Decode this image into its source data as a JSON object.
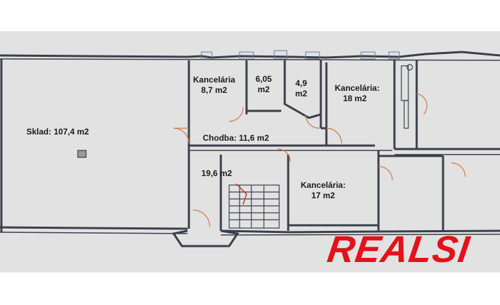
{
  "rooms": {
    "sklad": {
      "label": "Sklad: 107,4 m2"
    },
    "office_small": {
      "line1": "Kancelária",
      "line2": "8,7 m2"
    },
    "room_605": {
      "line1": "6,05",
      "line2": "m2"
    },
    "room_49": {
      "line1": "4,9",
      "line2": "m2"
    },
    "office_18": {
      "line1": "Kancelária:",
      "line2": "18 m2"
    },
    "chodba": {
      "label": "Chodba: 11,6 m2"
    },
    "room_196": {
      "label": "19,6 m2"
    },
    "office_17": {
      "line1": "Kancelária:",
      "line2": "17 m2"
    }
  },
  "watermark": {
    "text": "REALSI"
  },
  "colors": {
    "wall": "#3a3f4a",
    "background": "#e2e2e2",
    "door": "#d07a4a",
    "watermark": "#e3121a"
  }
}
